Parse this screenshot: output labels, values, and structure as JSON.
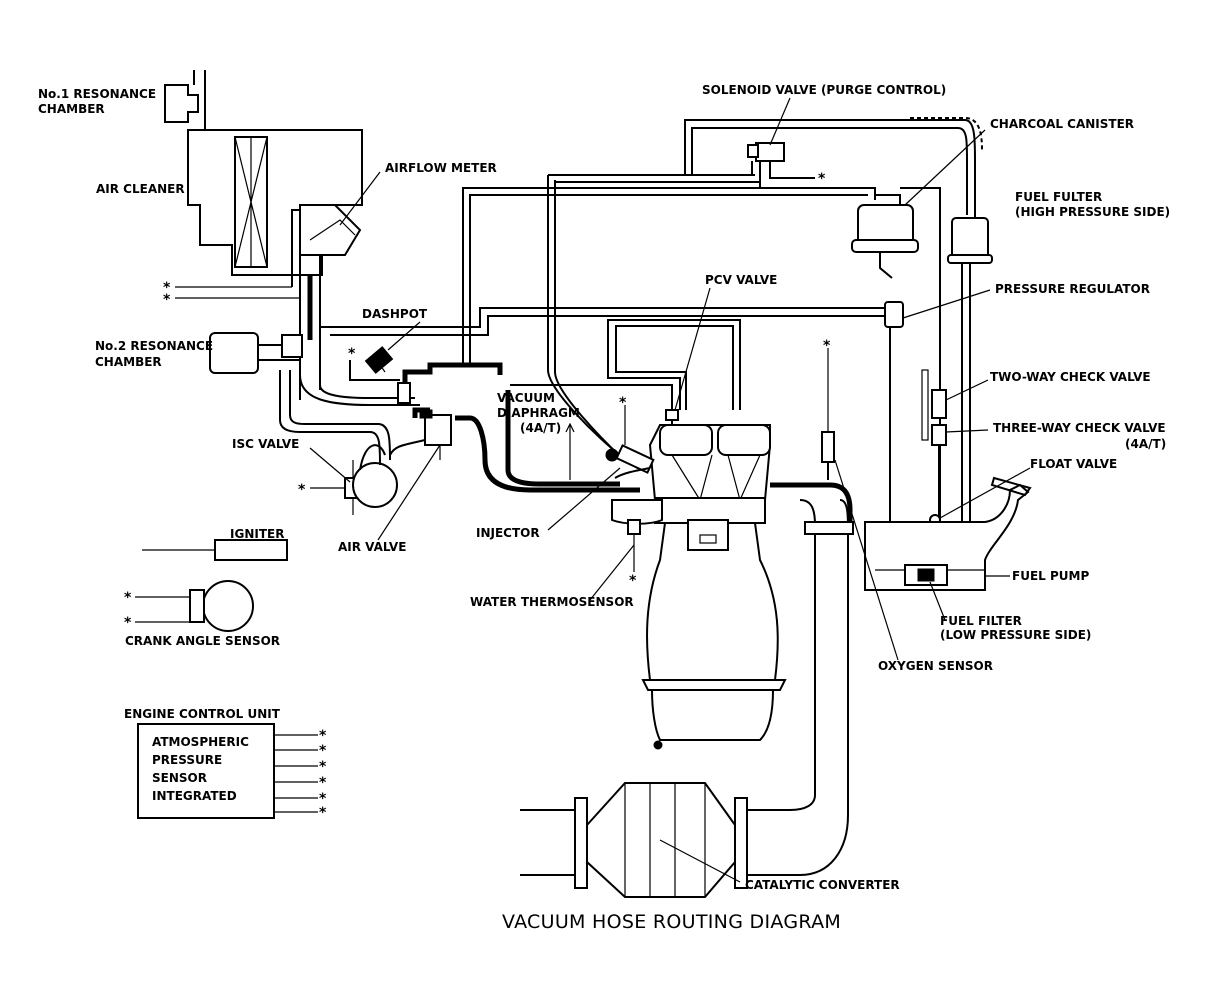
{
  "title": "VACUUM HOSE ROUTING DIAGRAM",
  "labels": {
    "no1_resonance_1": "No.1 RESONANCE",
    "no1_resonance_2": "CHAMBER",
    "air_cleaner": "AIR CLEANER",
    "airflow_meter": "AIRFLOW METER",
    "solenoid_valve": "SOLENOID VALVE (PURGE CONTROL)",
    "charcoal_canister": "CHARCOAL CANISTER",
    "fuel_filter_high_1": "FUEL FULTER",
    "fuel_filter_high_2": "(HIGH PRESSURE SIDE)",
    "pcv_valve": "PCV VALVE",
    "pressure_regulator": "PRESSURE REGULATOR",
    "dashpot": "DASHPOT",
    "no2_resonance_1": "No.2 RESONANCE",
    "no2_resonance_2": "CHAMBER",
    "vacuum_diaphragm_1": "VACUUM",
    "vacuum_diaphragm_2": "DIAPHRAGM",
    "vacuum_diaphragm_3": "(4A/T)",
    "two_way_check": "TWO-WAY CHECK VALVE",
    "three_way_check": "THREE-WAY CHECK VALVE",
    "three_way_check_note": "(4A/T)",
    "float_valve": "FLOAT VALVE",
    "isc_valve": "ISC VALVE",
    "air_valve": "AIR VALVE",
    "injector": "INJECTOR",
    "igniter": "IGNITER",
    "fuel_pump": "FUEL PUMP",
    "fuel_filter_low_1": "FUEL FILTER",
    "fuel_filter_low_2": "(LOW PRESSURE SIDE)",
    "water_thermosensor": "WATER THERMOSENSOR",
    "crank_angle_sensor": "CRANK ANGLE SENSOR",
    "oxygen_sensor": "OXYGEN SENSOR",
    "ecu": "ENGINE CONTROL UNIT",
    "ecu_line1": "ATMOSPHERIC",
    "ecu_line2": "PRESSURE",
    "ecu_line3": "SENSOR",
    "ecu_line4": "INTEGRATED",
    "catalytic_converter": "CATALYTIC CONVERTER"
  },
  "asterisk": "*"
}
